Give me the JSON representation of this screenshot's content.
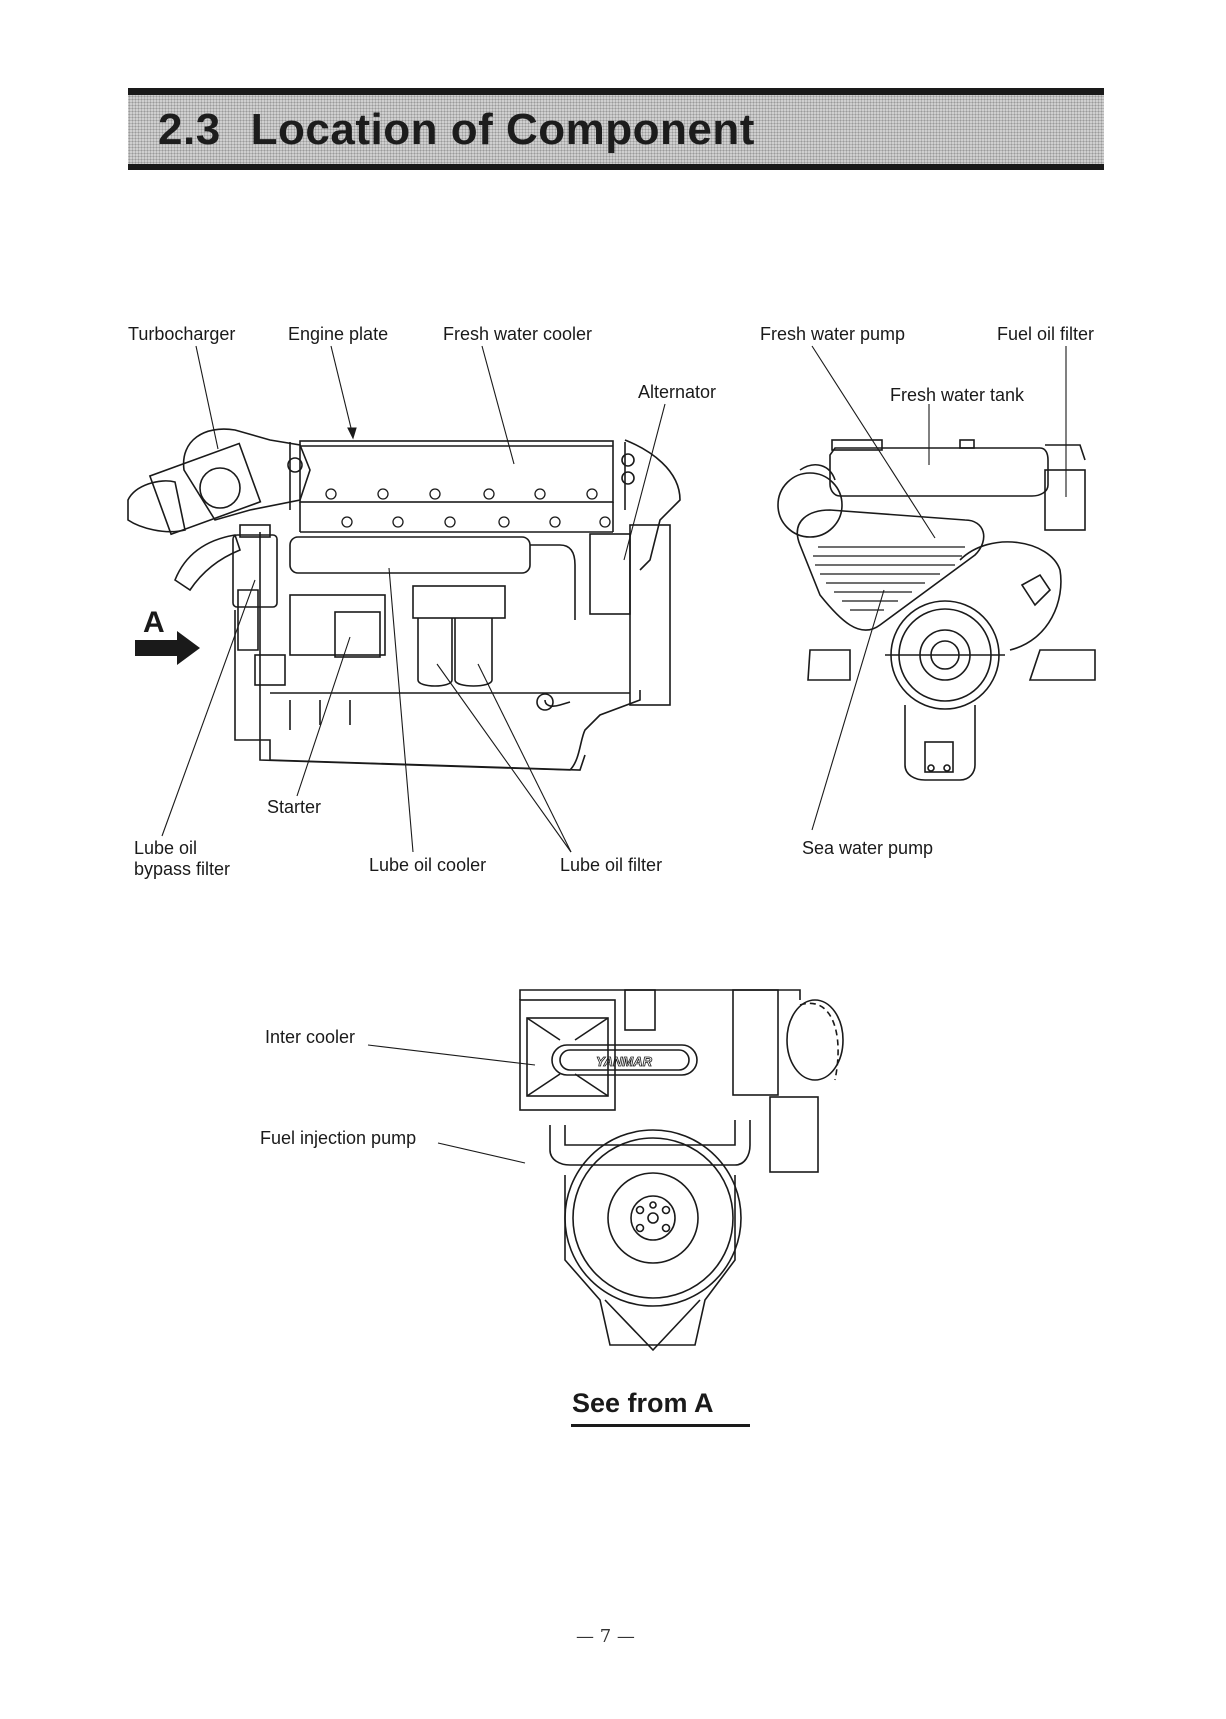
{
  "header": {
    "section_number": "2.3",
    "section_title": "Location of Component"
  },
  "side_view": {
    "labels": {
      "turbocharger": "Turbocharger",
      "engine_plate": "Engine plate",
      "fresh_water_cooler": "Fresh water cooler",
      "alternator": "Alternator",
      "lube_oil_bypass_filter_line1": "Lube oil",
      "lube_oil_bypass_filter_line2": "bypass filter",
      "starter": "Starter",
      "lube_oil_cooler": "Lube oil cooler",
      "lube_oil_filter": "Lube oil filter"
    },
    "view_arrow_label": "A"
  },
  "front_view": {
    "labels": {
      "fresh_water_pump": "Fresh water pump",
      "fuel_oil_filter": "Fuel oil filter",
      "fresh_water_tank": "Fresh water tank",
      "sea_water_pump": "Sea water pump"
    }
  },
  "rear_view": {
    "labels": {
      "inter_cooler": "Inter cooler",
      "fuel_injection_pump": "Fuel injection pump"
    },
    "brand_mark": "YANMAR",
    "caption": "See from  A"
  },
  "footer": {
    "page_number": "— 7 —"
  }
}
